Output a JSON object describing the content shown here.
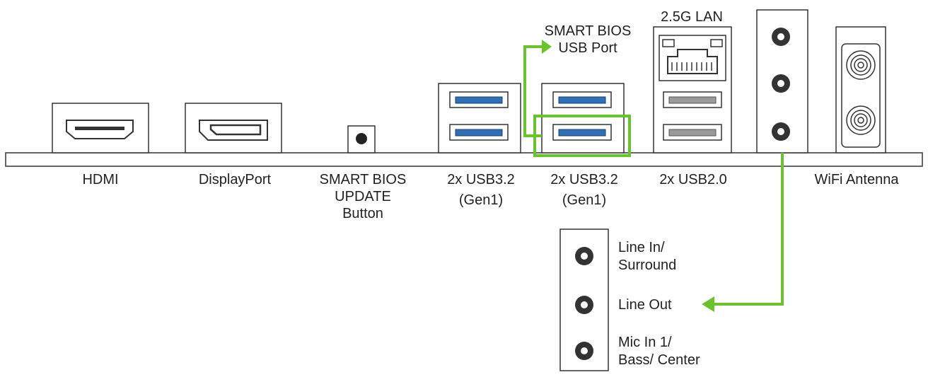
{
  "ports": {
    "hdmi": "HDMI",
    "displayport": "DisplayPort",
    "bios_button": [
      "SMART BIOS",
      "UPDATE",
      "Button"
    ],
    "usb32_a": [
      "2x USB3.2",
      "(Gen1)"
    ],
    "usb32_b": [
      "2x USB3.2",
      "(Gen1)"
    ],
    "usb20": "2x USB2.0",
    "lan": "2.5G LAN",
    "wifi": "WiFi Antenna"
  },
  "callouts": {
    "bios_usb": [
      "SMART BIOS",
      "USB Port"
    ]
  },
  "audio": {
    "line_in": [
      "Line In/",
      "Surround"
    ],
    "line_out": "Line Out",
    "mic_in": [
      "Mic In 1/",
      "Bass/ Center"
    ]
  },
  "colors": {
    "accent_green": "#6ac32b",
    "usb3_blue": "#2f6fb5",
    "usb2_gray": "#9a9a9a"
  }
}
